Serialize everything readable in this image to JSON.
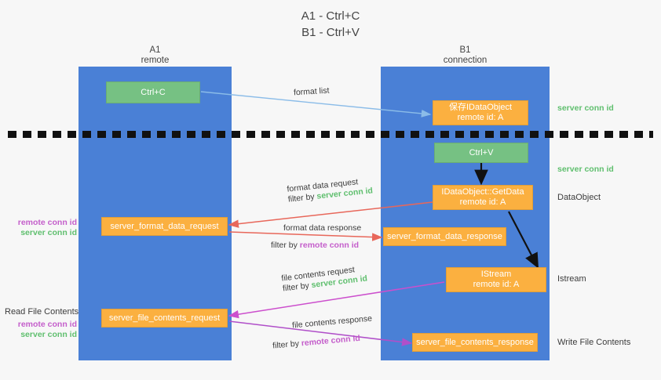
{
  "title": {
    "line1": "A1 - Ctrl+C",
    "line2": "B1 - Ctrl+V"
  },
  "columns": [
    {
      "id": "a1",
      "name": "A1",
      "subtitle": "remote"
    },
    {
      "id": "b1",
      "name": "B1",
      "subtitle": "connection"
    }
  ],
  "boxes": {
    "ctrl_c": {
      "line1": "Ctrl+C",
      "line2": ""
    },
    "save_idataobject": {
      "line1": "保存IDataObject",
      "line2": "remote id: A"
    },
    "ctrl_v": {
      "line1": "Ctrl+V",
      "line2": ""
    },
    "getdata": {
      "line1": "IDataObject::GetData",
      "line2": "remote id: A"
    },
    "format_data_request": {
      "line1": "server_format_data_request",
      "line2": ""
    },
    "format_data_response": {
      "line1": "server_format_data_response",
      "line2": ""
    },
    "istream": {
      "line1": "IStream",
      "line2": "remote id: A"
    },
    "file_contents_request": {
      "line1": "server_file_contents_request",
      "line2": ""
    },
    "file_contents_response": {
      "line1": "server_file_contents_response",
      "line2": ""
    }
  },
  "flow_labels": {
    "format_list": "format list",
    "format_data_request": {
      "title": "format data request",
      "filter_prefix": "filter by ",
      "filter_key": "server conn id"
    },
    "format_data_response": {
      "title": "format data response",
      "filter_prefix": "filter by ",
      "filter_key": "remote conn id"
    },
    "file_contents_request": {
      "title": "file contents request",
      "filter_prefix": "filter by ",
      "filter_key": "server conn id"
    },
    "file_contents_response": {
      "title": "file contents response",
      "filter_prefix": "filter by ",
      "filter_key": "remote conn id"
    }
  },
  "right_annotations": [
    {
      "id": "server-conn-id-top",
      "text": "server conn id",
      "kind": "green"
    },
    {
      "id": "server-conn-id-second",
      "text": "server conn id",
      "kind": "green"
    },
    {
      "id": "dataobject",
      "text": "DataObject",
      "kind": "plain"
    },
    {
      "id": "istream",
      "text": "Istream",
      "kind": "plain"
    },
    {
      "id": "write-file-contents",
      "text": "Write File Contents",
      "kind": "plain"
    }
  ],
  "left_annotations": [
    {
      "id": "conn-ids-format",
      "lines": [
        {
          "text": "remote conn id",
          "kind": "purple"
        },
        {
          "text": "server conn id",
          "kind": "green"
        }
      ]
    },
    {
      "id": "read-file-contents",
      "lines": [
        {
          "text": "Read File Contents",
          "kind": "plain"
        },
        {
          "text": "remote conn id",
          "kind": "purple"
        },
        {
          "text": "server conn id",
          "kind": "green"
        }
      ]
    }
  ],
  "colors": {
    "lane": "#4a80d6",
    "green_box": "#76c183",
    "orange_box": "#fbb040",
    "green_text": "#5fbf6e",
    "purple_text": "#c45ecb",
    "arrow_blue": "#8bbce8",
    "arrow_red": "#e8675a",
    "arrow_magenta": "#cc4fcd",
    "arrow_purple": "#9a4fc9",
    "arrow_black": "#111111",
    "background": "#f7f7f7"
  }
}
